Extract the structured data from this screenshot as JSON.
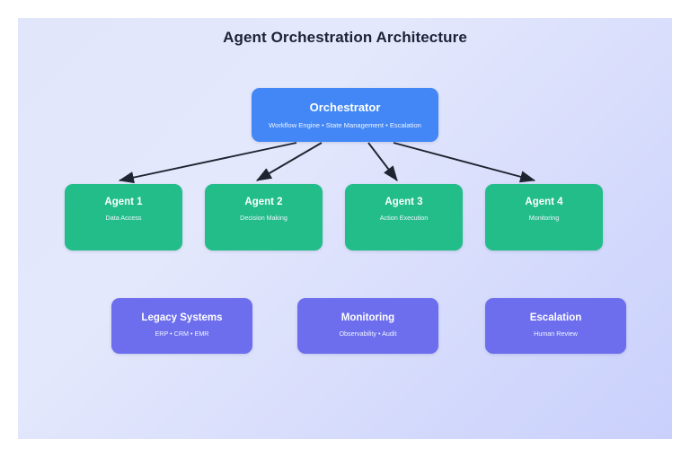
{
  "diagram": {
    "title": "Agent Orchestration Architecture",
    "colors": {
      "canvas_gradient_start": "#e2e6fb",
      "canvas_gradient_end": "#c9d0fc",
      "orchestrator": "#4287f5",
      "agent": "#22bd89",
      "support": "#6c6eee",
      "arrow": "#1e2430",
      "title_text": "#1c2237"
    },
    "orchestrator": {
      "title": "Orchestrator",
      "subtitle": "Workflow Engine • State Management • Escalation"
    },
    "agents": [
      {
        "title": "Agent 1",
        "subtitle": "Data Access"
      },
      {
        "title": "Agent 2",
        "subtitle": "Decision Making"
      },
      {
        "title": "Agent 3",
        "subtitle": "Action Execution"
      },
      {
        "title": "Agent 4",
        "subtitle": "Monitoring"
      }
    ],
    "support": [
      {
        "title": "Legacy Systems",
        "subtitle": "ERP • CRM • EMR"
      },
      {
        "title": "Monitoring",
        "subtitle": "Observability • Audit"
      },
      {
        "title": "Escalation",
        "subtitle": "Human Review"
      }
    ],
    "connections": [
      {
        "from": "Orchestrator",
        "to": "Agent 1"
      },
      {
        "from": "Orchestrator",
        "to": "Agent 2"
      },
      {
        "from": "Orchestrator",
        "to": "Agent 3"
      },
      {
        "from": "Orchestrator",
        "to": "Agent 4"
      }
    ]
  }
}
